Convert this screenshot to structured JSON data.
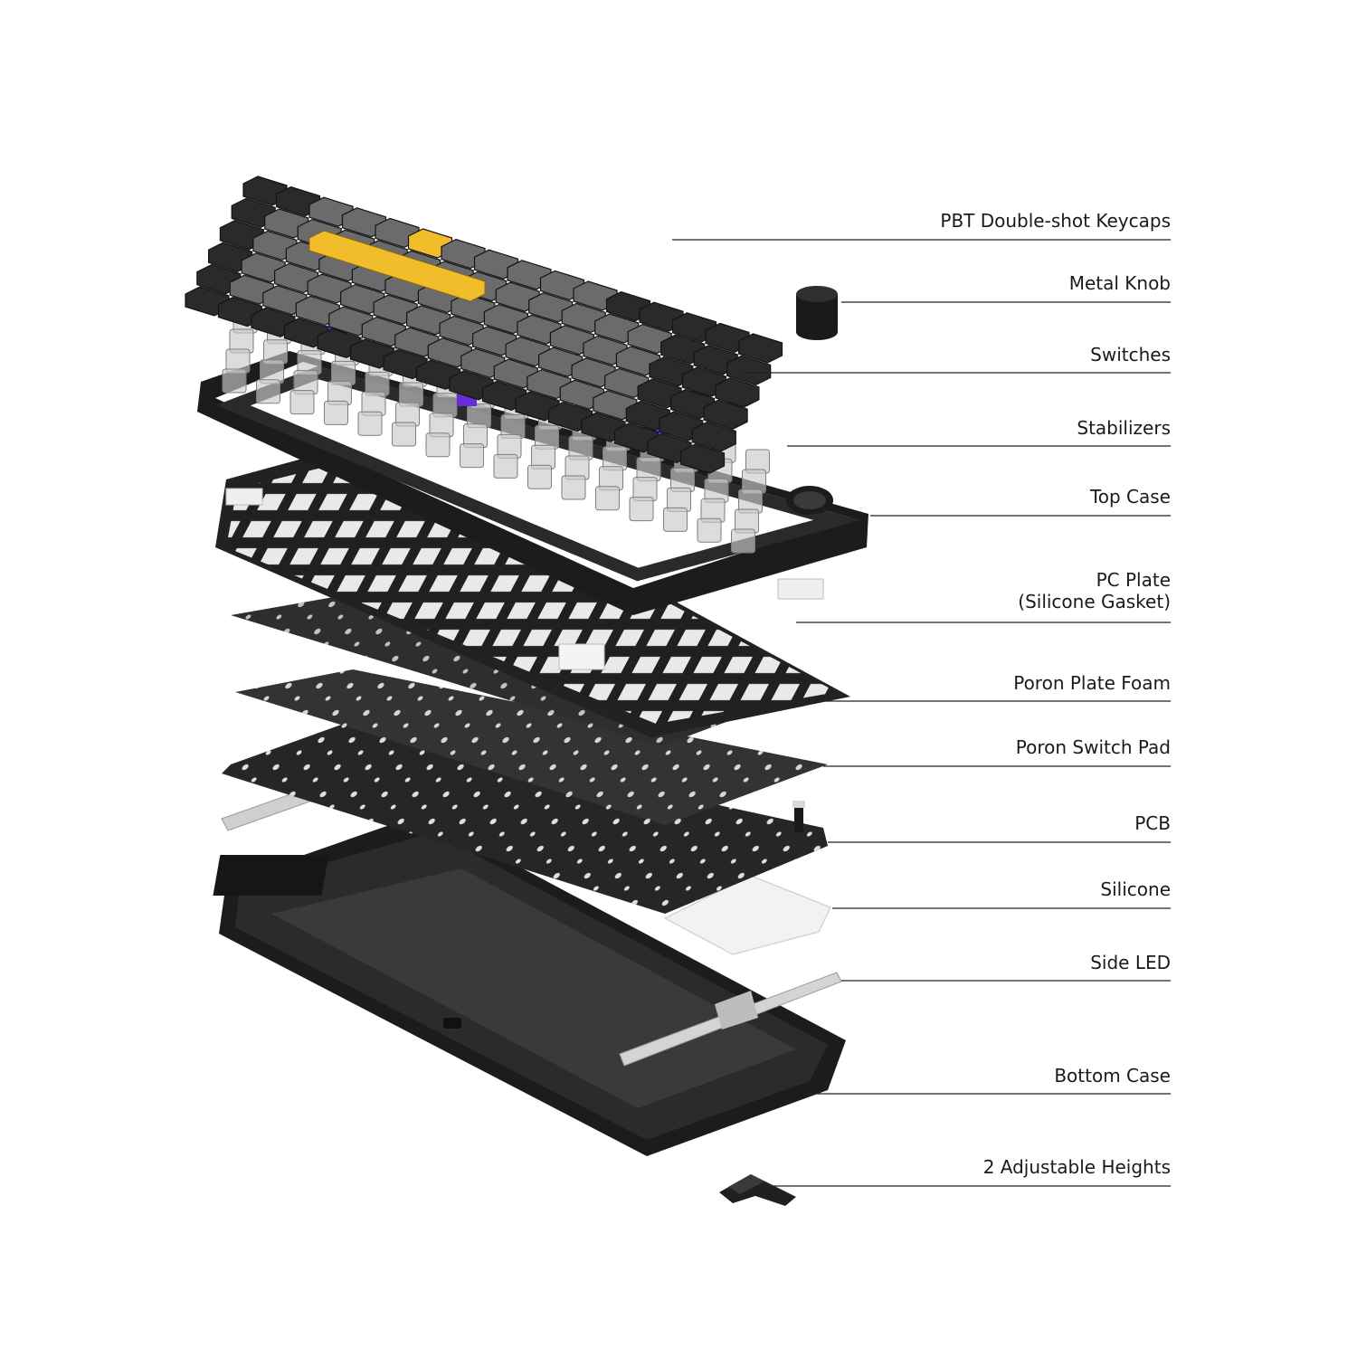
{
  "colors": {
    "keycap_dark": "#2a2a2a",
    "keycap_grey": "#6b6b6b",
    "keycap_accent": "#f2bd2a",
    "case_black": "#1c1c1c",
    "plate_dark": "#262626",
    "foam_grey": "#3a3a3a",
    "stabilizer_purple": "#6a2bd8",
    "switch_clear": "#c9c9c9",
    "silicone_white": "#f2f2f2",
    "leader_line": "#222222"
  },
  "labels": [
    {
      "id": "keycaps",
      "lines": [
        "PBT Double-shot Keycaps"
      ]
    },
    {
      "id": "knob",
      "lines": [
        "Metal Knob"
      ]
    },
    {
      "id": "switches",
      "lines": [
        "Switches"
      ]
    },
    {
      "id": "stabilizers",
      "lines": [
        "Stabilizers"
      ]
    },
    {
      "id": "top_case",
      "lines": [
        "Top Case"
      ]
    },
    {
      "id": "pc_plate",
      "lines": [
        "PC Plate",
        "(Silicone Gasket)"
      ]
    },
    {
      "id": "plate_foam",
      "lines": [
        "Poron Plate Foam"
      ]
    },
    {
      "id": "switch_pad",
      "lines": [
        "Poron Switch Pad"
      ]
    },
    {
      "id": "pcb",
      "lines": [
        "PCB"
      ]
    },
    {
      "id": "silicone",
      "lines": [
        "Silicone"
      ]
    },
    {
      "id": "side_led",
      "lines": [
        "Side LED"
      ]
    },
    {
      "id": "bottom_case",
      "lines": [
        "Bottom Case"
      ]
    },
    {
      "id": "feet",
      "lines": [
        "2 Adjustable Heights"
      ]
    }
  ]
}
